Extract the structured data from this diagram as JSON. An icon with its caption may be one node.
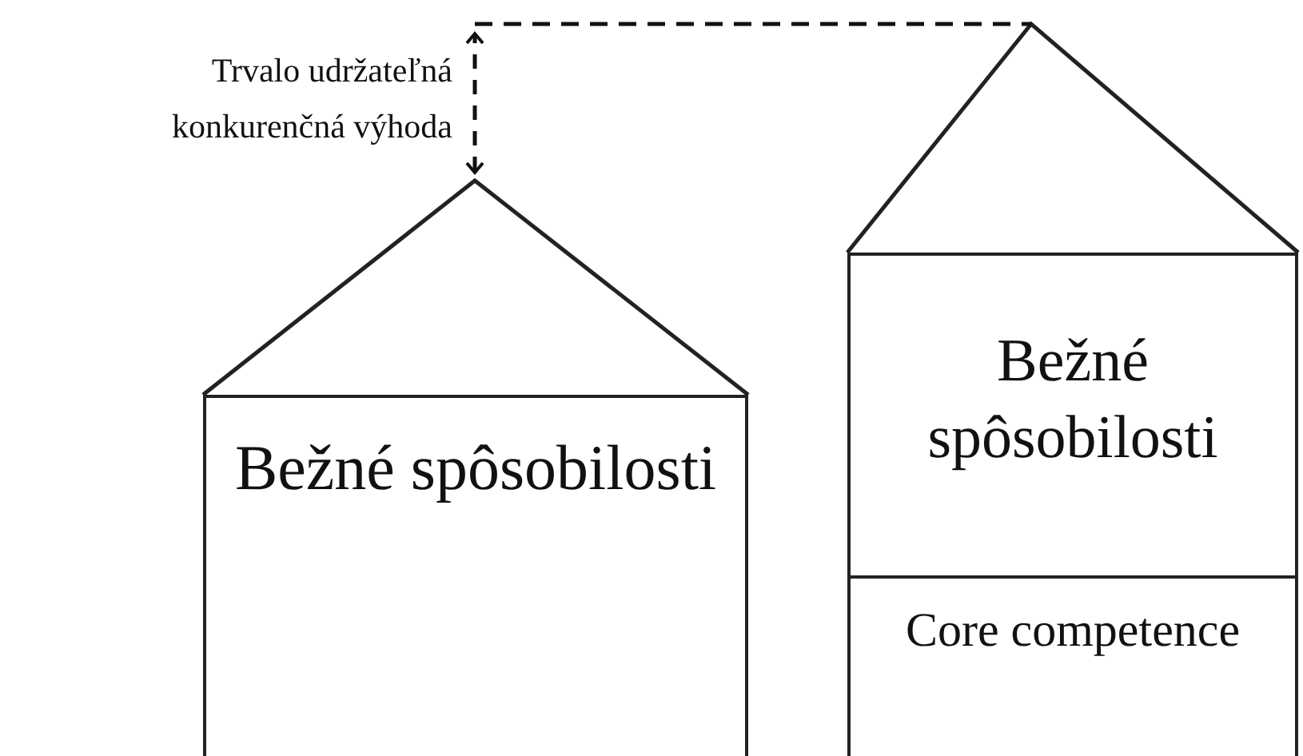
{
  "diagram": {
    "nodes": [
      {
        "text": [
          "Bežné spôsobilosti"
        ]
      },
      {
        "text": [
          "Bežné spôsobilosti"
        ]
      },
      {
        "text": [
          "Core competence"
        ]
      }
    ],
    "labels": [
      "Trvalo udržateľná konkurenčná výhoda"
    ]
  }
}
